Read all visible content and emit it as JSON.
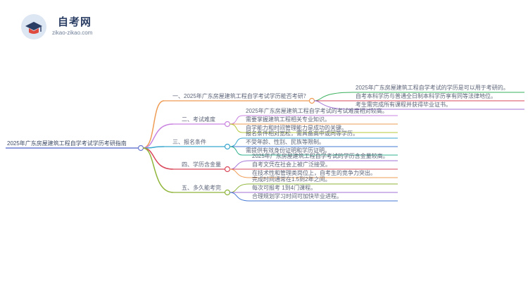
{
  "logo": {
    "title": "自考网",
    "url": "zikao-zikao.com"
  },
  "root": "2025年广东房屋建筑工程自学考试学历考研指南",
  "branches": [
    {
      "label": "一、2025年广东房屋建筑工程自学考试学历能否考研？",
      "color": "#ef9c55",
      "leaves": [
        "2025年广东房屋建筑工程自学考试的学历是可以用于考研的。",
        "自考本科学历与普通全日制本科学历享有同等法律地位。",
        "考生需完成所有课程并获得毕业证书。"
      ],
      "leaf_colors": [
        "#39b05b",
        "#d9485b",
        "#a273d6"
      ]
    },
    {
      "label": "二、考试难度",
      "color": "#c983e0",
      "leaves": [
        "2025年广东房屋建筑工程自学考试的考试难度相对较高。",
        "需要掌握建筑工程相关专业知识。",
        "自学能力和时间管理能力是成功的关键。"
      ],
      "leaf_colors": [
        "#c983e0",
        "#ef9c55",
        "#b5c83a"
      ]
    },
    {
      "label": "三、报名条件",
      "color": "#39a6cf",
      "leaves": [
        "报名条件相对宽松，需具备高中或同等学历。",
        "不受年龄、性别、民族等限制。",
        "需提供有效身份证明和学历证明。"
      ],
      "leaf_colors": [
        "#39a6cf",
        "#4578d6",
        "#2fb08c"
      ]
    },
    {
      "label": "四、学历含金量",
      "color": "#d9485b",
      "leaves": [
        "2025年广东房屋建筑工程自学考试的学历含金量较高。",
        "自考文凭在社会上被广泛接受。",
        "在技术性和管理类岗位上，自考生的竞争力突出。"
      ],
      "leaf_colors": [
        "#a273d6",
        "#d9485b",
        "#ef9c55"
      ]
    },
    {
      "label": "五、多久能考完",
      "color": "#8fb53a",
      "leaves": [
        "完成时间通常在1.5到2年之间。",
        "每次可报考 1到4门课程。",
        "合理规划学习时间可加快毕业进程。"
      ],
      "leaf_colors": [
        "#8fb53a",
        "#a273d6",
        "#4578d6"
      ]
    }
  ]
}
